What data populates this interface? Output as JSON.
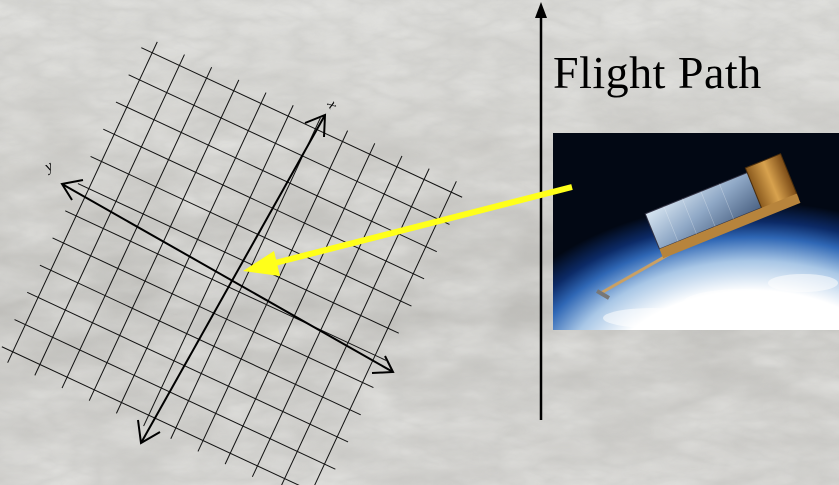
{
  "title": "Flight Path",
  "grid": {
    "axis_x_label": "x",
    "axis_y_label": "y",
    "rows": 11,
    "cols": 11
  },
  "colors": {
    "arrow": "#ffff1a",
    "grid_line": "#111111",
    "axis": "#000000"
  },
  "image": {
    "subject": "satellite-in-orbit-photo"
  }
}
